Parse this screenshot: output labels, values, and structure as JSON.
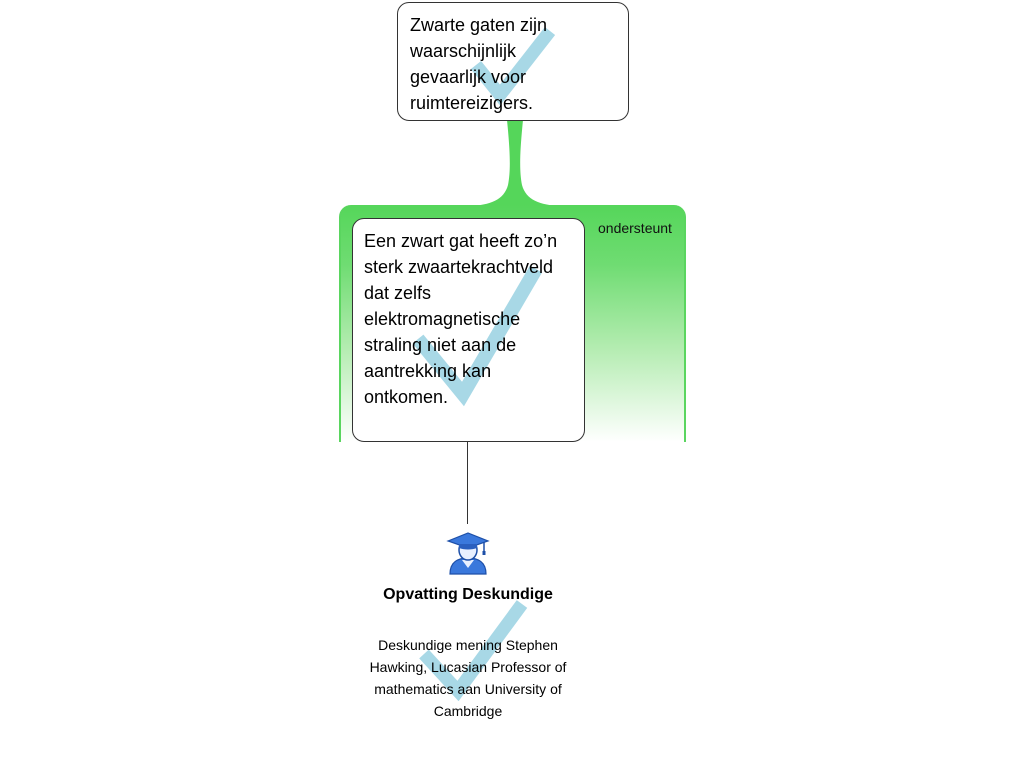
{
  "claim": {
    "text": "Zwarte gaten zijn waarschijnlijk gevaarlijk voor ruimtereizigers.",
    "status_icon": "checkmark-icon"
  },
  "reason": {
    "relation_label": "ondersteunt",
    "text": "Een zwart gat heeft zo’n sterk zwaartekrachtveld dat zelfs elektromagnetische straling niet aan de aantrekking kan ontkomen.",
    "status_icon": "checkmark-icon"
  },
  "evidence": {
    "icon": "graduate-expert-icon",
    "title": "Opvatting Deskundige",
    "description": "Deskundige mening Stephen Hawking, Lucasian Professor of mathematics aan University of Cambridge",
    "status_icon": "checkmark-icon"
  },
  "colors": {
    "support": "#55d65a",
    "tick": "#a8d8e6",
    "icon_blue": "#2f6fd6"
  }
}
